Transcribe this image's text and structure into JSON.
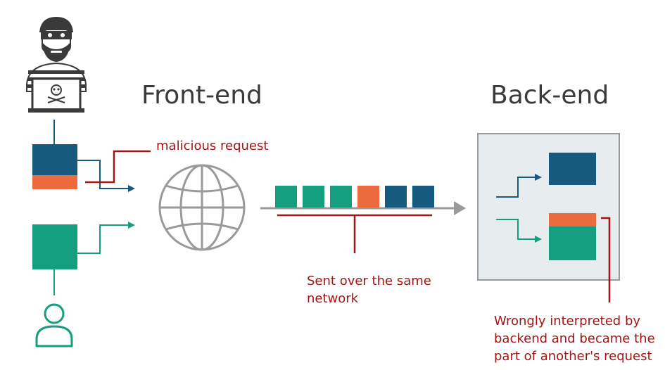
{
  "headings": {
    "front_end": "Front-end",
    "back_end": "Back-end"
  },
  "annotations": {
    "malicious_request": "malicious request",
    "sent_over_line1": "Sent over the same",
    "sent_over_line2": "network",
    "wrongly_line1": "Wrongly interpreted by",
    "wrongly_line2": "backend and became the",
    "wrongly_line3": "part of another's request"
  },
  "colors": {
    "dark_blue": "#175a80",
    "teal": "#159e80",
    "orange": "#ec6a3d",
    "red": "#a31515",
    "gray": "#9a9a9a",
    "panel": "#e7ecef"
  },
  "queue_packets": [
    "teal",
    "teal",
    "teal",
    "orange",
    "dark_blue",
    "dark_blue"
  ],
  "icons": {
    "attacker": "hacker-icon",
    "user": "user-icon",
    "network": "globe-icon"
  }
}
